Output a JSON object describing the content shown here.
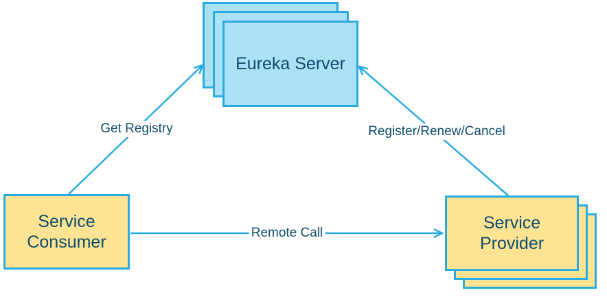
{
  "diagram": {
    "nodes": {
      "eureka_server": {
        "label": "Eureka Server",
        "style": "stacked",
        "stack_count": 3,
        "fill": "#ACE0F4"
      },
      "service_consumer": {
        "label": "Service\nConsumer",
        "style": "single",
        "stack_count": 1,
        "fill": "#FDE392"
      },
      "service_provider": {
        "label": "Service\nProvider",
        "style": "stacked",
        "stack_count": 3,
        "fill": "#FDE392"
      }
    },
    "edges": [
      {
        "label": "Get Registry",
        "from": "service_consumer",
        "to": "eureka_server"
      },
      {
        "label": "Register/Renew/Cancel",
        "from": "service_provider",
        "to": "eureka_server"
      },
      {
        "label": "Remote Call",
        "from": "service_consumer",
        "to": "service_provider"
      }
    ],
    "colors": {
      "line_and_border": "#29ABE2",
      "server_fill": "#ACE0F4",
      "service_fill": "#FDE392",
      "text": "#0F4C6D",
      "background": "#FFFFFF"
    }
  }
}
